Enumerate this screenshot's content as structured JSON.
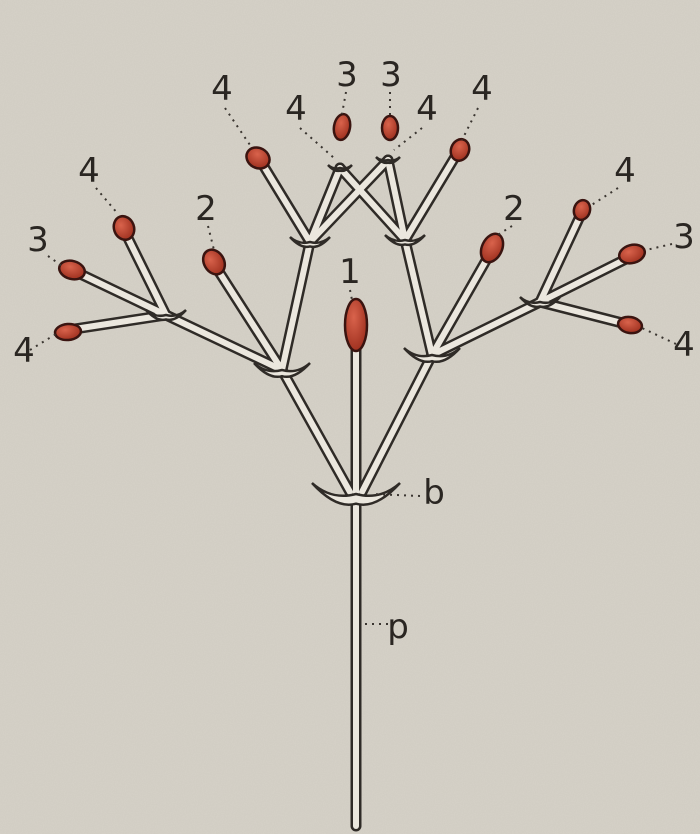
{
  "colors": {
    "paper": "#d6d2c8",
    "stem_fill": "#ebe7de",
    "bud_red": "#b03a26",
    "ink": "#2a2622"
  },
  "labels": {
    "primary": "1",
    "secondary": "2",
    "tertiary": "3",
    "quaternary": "4",
    "bract": "b",
    "peduncle": "p"
  }
}
